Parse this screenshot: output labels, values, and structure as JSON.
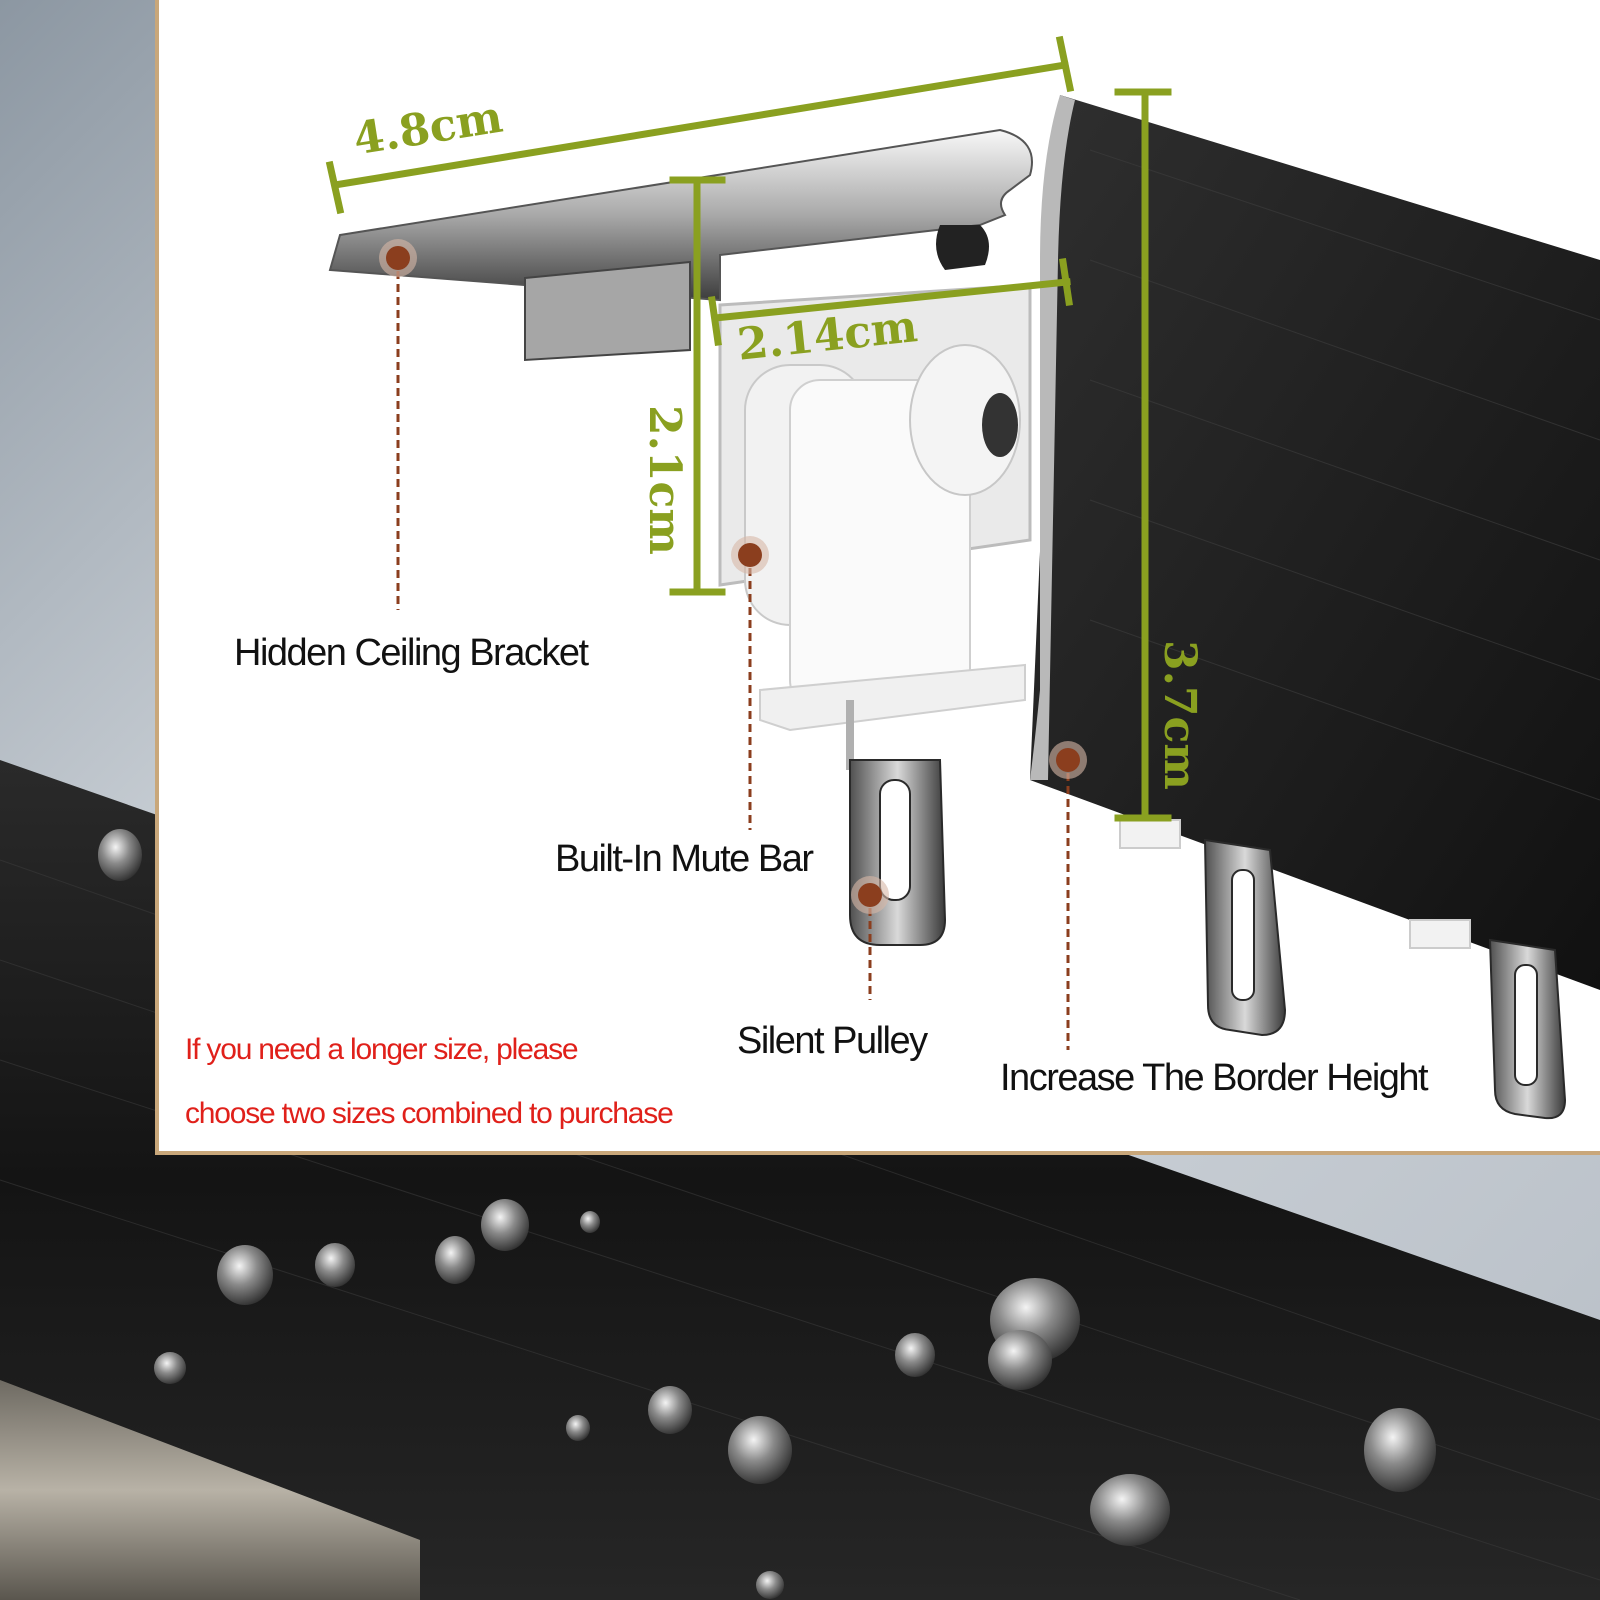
{
  "dimensions": {
    "width": "4.8cm",
    "inner_width": "2.14cm",
    "inner_height": "2.1cm",
    "height": "3.7cm"
  },
  "callouts": {
    "hidden_ceiling_bracket": "Hidden Ceiling Bracket",
    "built_in_mute_bar": "Built-In Mute Bar",
    "silent_pulley": "Silent Pulley",
    "increase_border_height": "Increase The Border Height"
  },
  "note": {
    "line1": "If you need a longer size, please",
    "line2": "choose two sizes combined to purchase"
  },
  "colors": {
    "dimension_green": "#8aa020",
    "callout_dot": "#8b3e1e",
    "note_red": "#e0201a",
    "frame_tan": "#c9a77a"
  }
}
